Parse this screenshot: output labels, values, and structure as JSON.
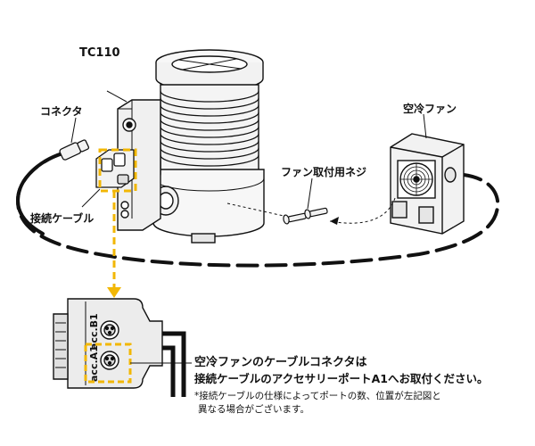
{
  "labels": {
    "controller": "TC110",
    "connector": "コネクタ",
    "connection_cable": "接続ケーブル",
    "fan_screw": "ファン取付用ネジ",
    "cooling_fan": "空冷ファン"
  },
  "port_labels": {
    "acc_a1": "acc.A1",
    "acc_b1": "acc.B1"
  },
  "note": {
    "line1": "空冷ファンのケーブルコネクタは",
    "line2": "接続ケーブルのアクセサリーポートA1へお取付ください。",
    "line3": "*接続ケーブルの仕様によってポートの数、位置が左記図と",
    "line4": "異なる場合がございます。"
  },
  "colors": {
    "highlight": "#f2b705",
    "line": "#111111",
    "body_fill": "#f2f2f2",
    "port_fill": "#e6e6e6"
  }
}
